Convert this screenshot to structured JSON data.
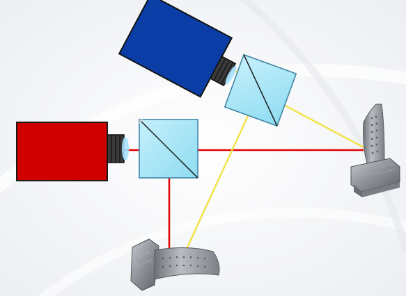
{
  "diagram": {
    "description_visible_text": "",
    "colors": {
      "background": "#f5f6f8",
      "red_camera": "#d10000",
      "blue_camera": "#0a3ea6",
      "beam_splitter": "#aee8f8",
      "red_beam": "#e00000",
      "yellow_beam": "#f2e24a",
      "lens_dark": "#3a3a3a",
      "lens_glass": "#a8e2ff",
      "turbine_blade": "#8a8d92"
    },
    "components": [
      {
        "name": "red-camera",
        "icon": "camera-icon"
      },
      {
        "name": "blue-camera",
        "icon": "camera-icon"
      },
      {
        "name": "beam-splitter-lower",
        "icon": "prism-icon"
      },
      {
        "name": "beam-splitter-upper",
        "icon": "prism-icon"
      },
      {
        "name": "turbine-blade-right",
        "icon": "turbine-blade-icon"
      },
      {
        "name": "turbine-blade-bottom",
        "icon": "turbine-blade-icon"
      }
    ]
  }
}
